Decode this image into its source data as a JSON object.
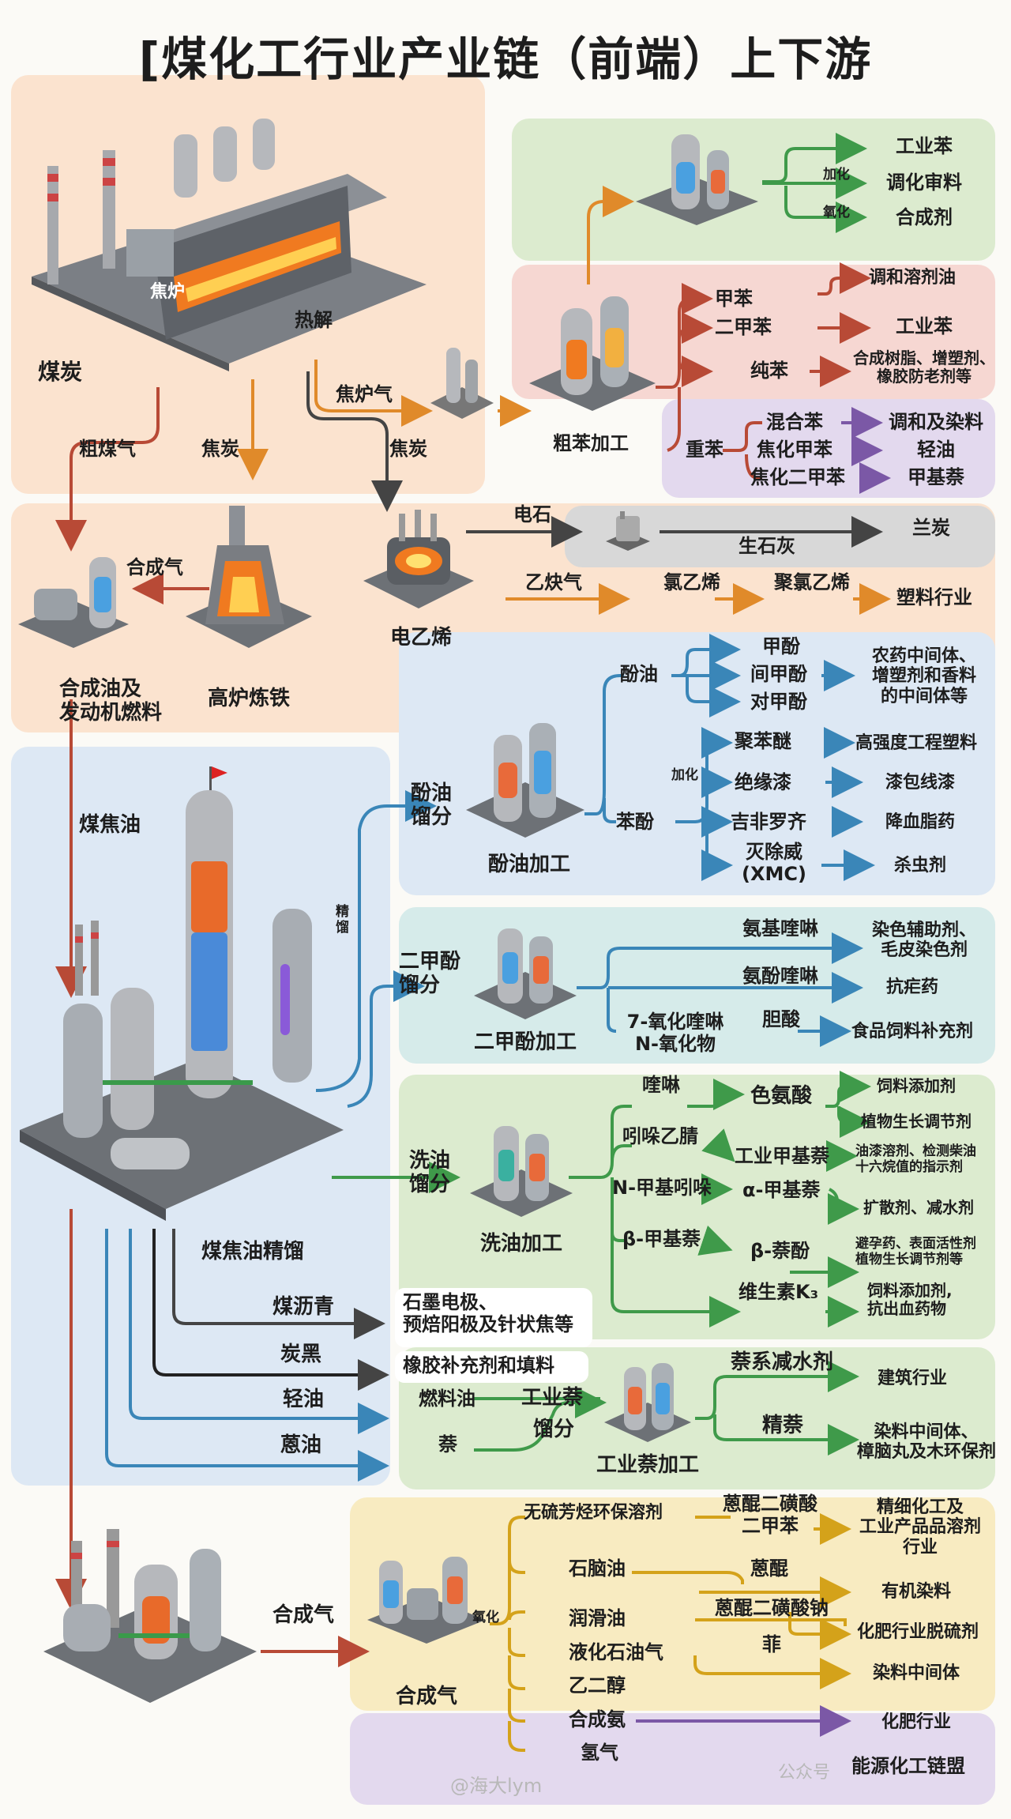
{
  "title": "[煤化工行业产业链（前端）上下游",
  "coal_section": {
    "coal": "煤炭",
    "oven": "焦炉",
    "pyrolysis": "热解",
    "coke_oven_gas": "焦炉气",
    "coke_1": "焦炭",
    "coke_2": "焦炭",
    "raw_gas": "粗煤气"
  },
  "crude_benzene": {
    "label": "粗苯加工",
    "hydrogenation": "加化",
    "oxidation": "氧化",
    "top_products": [
      "工业苯",
      "调化审料",
      "合成剂"
    ],
    "toluene": "甲苯",
    "toluene_product": "调和溶剂油",
    "xylene": "二甲苯",
    "xylene_product": "工业苯",
    "pure_benzene": "纯苯",
    "pure_benzene_product": "合成树脂、增塑剂、橡胶防老剂等",
    "heavy_benzene": "重苯",
    "heavy_items": [
      "混合苯",
      "焦化甲苯",
      "焦化二甲苯"
    ],
    "heavy_products": [
      "调和及染料",
      "轻油",
      "甲基萘"
    ]
  },
  "mid_section": {
    "syngas": "合成气",
    "blast_furnace": "高炉炼铁",
    "syn_oil": "合成油及\n发动机燃料",
    "calcium_carbide": "电石",
    "lime": "生石灰",
    "blue_coke": "兰炭",
    "acetylene": "乙炔气",
    "vinyl_chloride": "氯乙烯",
    "pvc": "聚氯乙烯",
    "plastics": "塑料行业",
    "electric_ethylene": "电乙烯"
  },
  "tar": {
    "coal_tar": "煤焦油",
    "refining": "精馏",
    "refining_label": "煤焦油精馏",
    "pitch": "煤沥青",
    "pitch_product": "石墨电极、\n预焙阳极及针状焦等",
    "carbon_black": "炭黑",
    "carbon_black_product": "橡胶补充剂和填料",
    "light_oil": "轻油",
    "anthracene_oil": "蒽油"
  },
  "phenol": {
    "fraction": "酚油\n馏分",
    "label": "酚油加工",
    "phenol_oil": "酚油",
    "cresols": [
      "甲酚",
      "间甲酚",
      "对甲酚"
    ],
    "cresol_product": "农药中间体、\n增塑剂和香料\n的中间体等",
    "phenol": "苯酚",
    "hydro": "加化",
    "items": [
      "聚苯醚",
      "绝缘漆",
      "吉非罗齐",
      "灭除威\n(XMC)"
    ],
    "products": [
      "高强度工程塑料",
      "漆包线漆",
      "降血脂药",
      "杀虫剂"
    ]
  },
  "xylenol": {
    "fraction": "二甲酚\n馏分",
    "label": "二甲酚加工",
    "items": [
      "氨基喹啉",
      "氨酚喹啉",
      "7-氧化喹啉\nN-氧化物",
      "胆酸"
    ],
    "products": [
      "染色辅助剂、\n毛皮染色剂",
      "抗疟药",
      "食品饲料补充剂"
    ]
  },
  "wash_oil": {
    "fraction": "洗油\n馏分",
    "label": "洗油加工",
    "left_items": [
      "喹啉",
      "吲哚乙腈",
      "N-甲基吲哚",
      "β-甲基萘"
    ],
    "mid_items": [
      "色氨酸",
      "工业甲基萘",
      "α-甲基萘",
      "β-萘酚",
      "维生素K₃"
    ],
    "products": [
      "饲料添加剂",
      "植物生长调节剂",
      "油漆溶剂、检测柴油\n十六烷值的指示剂",
      "扩散剂、减水剂",
      "避孕药、表面活性剂\n植物生长调节剂等",
      "饲料添加剂,\n抗出血药物"
    ]
  },
  "naphthalene": {
    "fuel_oil": "燃料油",
    "naphthalene": "萘",
    "ind_naph": "工业萘",
    "fraction": "馏分",
    "label": "工业萘加工",
    "reducer": "萘系减水剂",
    "refined": "精萘",
    "products": [
      "建筑行业",
      "染料中间体、\n樟脑丸及木环保剂"
    ]
  },
  "gasification": {
    "syngas_arrow": "合成气",
    "plant_label": "合成气",
    "oxidation": "氧化",
    "left_items": [
      "无硫芳烃环保溶剂",
      "石脑油",
      "润滑油",
      "液化石油气",
      "乙二醇",
      "合成氨",
      "氢气"
    ],
    "mid_items": [
      "蒽醌二磺酸\n二甲苯",
      "蒽醌",
      "蒽醌二磺酸钠",
      "菲"
    ],
    "products": [
      "精细化工及\n工业产品品溶剂\n行业",
      "有机染料",
      "化肥行业脱硫剂",
      "染料中间体",
      "化肥行业",
      "能源化工链盟"
    ]
  },
  "watermark": {
    "weibo": "@海大lym",
    "wechat": "公众号"
  },
  "colors": {
    "orange": "#e08a2a",
    "red": "#b84a36",
    "blue": "#3a86b8",
    "green": "#3f9a4a",
    "purple": "#7b58a6",
    "dark": "#444444"
  }
}
